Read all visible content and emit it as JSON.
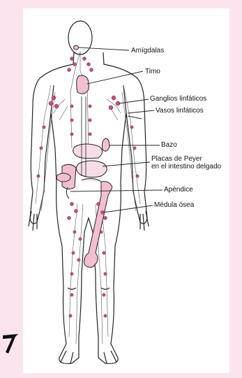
{
  "labels": {
    "tonsils": "Amígdalas",
    "thymus": "Timo",
    "lymph_nodes": "Ganglios linfáticos",
    "lymph_vessels": "Vasos linfáticos",
    "spleen": "Bazo",
    "peyer_line1": "Placas de Peyer",
    "peyer_line2": "en el intestino delgado",
    "appendix": "Apéndice",
    "bone_marrow": "Médula ósea"
  },
  "colors": {
    "page_background": "#fce4ef",
    "organ_fill": "#f2bfd1",
    "node_fill": "#c24d86",
    "outline": "#222222"
  }
}
